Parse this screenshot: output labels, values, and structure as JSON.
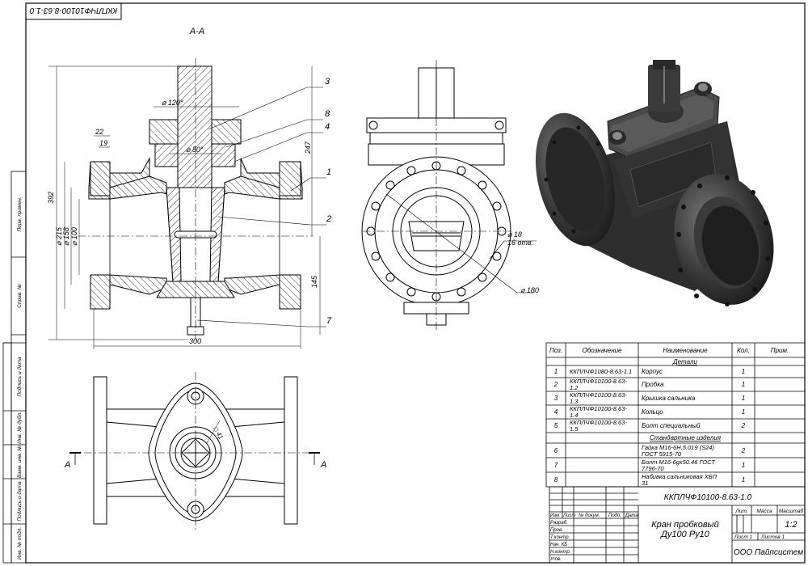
{
  "stamp_designation_rotated": "ККПЛЧФ10100-8.63-1.0",
  "section_label": "А-А",
  "section_marks": [
    "А",
    "А"
  ],
  "dimensions": {
    "d120": "⌀ 120°",
    "d22": "22",
    "d19": "19",
    "d50": "⌀ 50°",
    "h247": "247",
    "h392": "392",
    "d215": "⌀ 215",
    "d158": "⌀ 158",
    "d100": "⌀ 100",
    "h145": "145",
    "w300": "300",
    "d18": "⌀ 18",
    "holes": "16 отв.",
    "d180": "⌀ 180",
    "d41": "□ 41"
  },
  "leaders": [
    "3",
    "8",
    "4",
    "1",
    "2",
    "7"
  ],
  "side_labels": [
    "Перв. примен.",
    "Справ. №",
    "Подпись и дата",
    "Инв. № дубл.",
    "Взам. инв. №",
    "Подпись и дата",
    "Инв. № подл."
  ],
  "spec_table": {
    "headers": [
      "Поз.",
      "Обозначение",
      "Наименование",
      "Кол.",
      "Прим."
    ],
    "section_details": "Детали",
    "section_standard": "Стандартные изделия",
    "rows": [
      {
        "pos": "1",
        "code": "ККПЛЧФ1080-8.63-1.1",
        "name": "Корпус",
        "qty": "1"
      },
      {
        "pos": "2",
        "code": "ККПЛЧФ10100-8.63-",
        "code2": "1.2",
        "name": "Пробка",
        "qty": "1"
      },
      {
        "pos": "3",
        "code": "ККПЛЧФ10100-8.63-",
        "code2": "1.3",
        "name": "Крышка сальника",
        "qty": "1"
      },
      {
        "pos": "4",
        "code": "ККПЛЧФ10100-8.63-",
        "code2": "1.4",
        "name": "Кольцо",
        "qty": "1"
      },
      {
        "pos": "5",
        "code": "ККПЛЧФ10100-8.63-",
        "code2": "1.5",
        "name": "Болт специальный",
        "qty": "2"
      }
    ],
    "std_rows": [
      {
        "pos": "6",
        "name": "Гайка М16-6Н.5.019 (S24)",
        "name2": "ГОСТ 5915-70",
        "qty": "2"
      },
      {
        "pos": "7",
        "name": "Болт М16-6gх50.46 ГОСТ",
        "name2": "7796-70",
        "qty": "1"
      },
      {
        "pos": "8",
        "name": "Набивка сальниковая ХБП",
        "name2": "31",
        "qty": "1"
      }
    ]
  },
  "title_block": {
    "designation": "ККПЛЧФ10100-8.63-1.0",
    "title_line1": "Кран пробковый",
    "title_line2": "Ду100 Ру10",
    "col_izm": "Изм",
    "col_list": "Лист",
    "col_doc": "№ докум.",
    "col_sign": "Подп.",
    "col_date": "Дата",
    "roles": [
      "Разраб.",
      "Пров.",
      "Т.контр.",
      "Нач. КБ",
      "Н.контр.",
      "Утв."
    ],
    "lit": "Лит.",
    "mass": "Масса",
    "scale_label": "Масштаб",
    "scale": "1:2",
    "sheet": "Лист 1",
    "sheets": "Листов 1",
    "org": "ООО Пайпсистем"
  },
  "colors": {
    "line": "#000000",
    "render_body": "#3a3a3a",
    "render_dark": "#1c1c1c",
    "render_light": "#6a6a6a"
  }
}
